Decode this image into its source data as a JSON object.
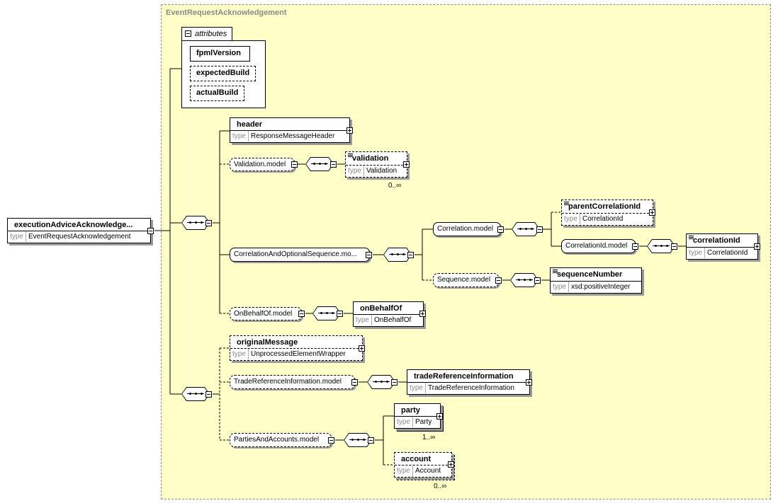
{
  "frame": {
    "title": "EventRequestAcknowledgement"
  },
  "attributes": {
    "label": "attributes",
    "items": [
      "fpmlVersion",
      "expectedBuild",
      "actualBuild"
    ]
  },
  "root": {
    "name": "executionAdviceAcknowledge...",
    "type_key": "type",
    "type": "EventRequestAcknowledgement"
  },
  "elements": {
    "header": {
      "name": "header",
      "type": "ResponseMessageHeader"
    },
    "validation": {
      "name": "validation",
      "type": "Validation",
      "card": "0..∞"
    },
    "parentCorrelationId": {
      "name": "parentCorrelationId",
      "type": "CorrelationId"
    },
    "correlationId": {
      "name": "correlationId",
      "type": "CorrelationId"
    },
    "sequenceNumber": {
      "name": "sequenceNumber",
      "type": "xsd:positiveInteger"
    },
    "onBehalfOf": {
      "name": "onBehalfOf",
      "type": "OnBehalfOf"
    },
    "originalMessage": {
      "name": "originalMessage",
      "type": "UnprocessedElementWrapper"
    },
    "tradeReferenceInformation": {
      "name": "tradeReferenceInformation",
      "type": "TradeReferenceInformation"
    },
    "party": {
      "name": "party",
      "type": "Party",
      "card": "1..∞"
    },
    "account": {
      "name": "account",
      "type": "Account",
      "card": "0..∞"
    }
  },
  "groups": {
    "validationModel": "Validation.model",
    "correlationSeq": "CorrelationAndOptionalSequence.mo...",
    "correlationModel": "Correlation.model",
    "correlationIdModel": "CorrelationId.model",
    "sequenceModel": "Sequence.model",
    "onBehalfOfModel": "OnBehalfOf.model",
    "tradeRefModel": "TradeReferenceInformation.model",
    "partiesModel": "PartiesAndAccounts.model"
  },
  "colors": {
    "frame_fill": "#ffffc8",
    "frame_border": "#8a8a8a"
  }
}
